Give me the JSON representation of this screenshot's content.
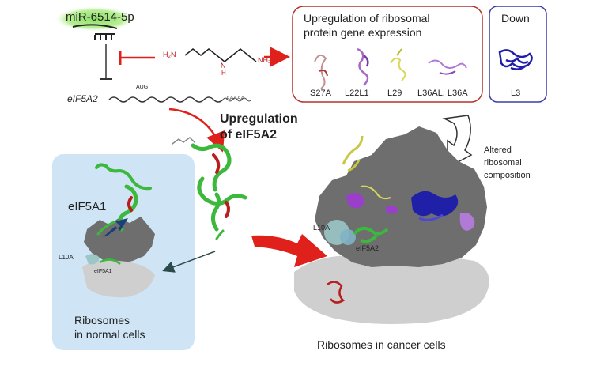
{
  "mirna": {
    "label": "miR-6514-5p"
  },
  "mrna": {
    "gene": "eIF5A2",
    "start_codon": "AUG",
    "poly_a": "AAAAA"
  },
  "spermidine": {
    "nh2_left": "H₂N",
    "nh2_right": "NH₂",
    "nh_label": "N",
    "h_label": "H"
  },
  "up_box": {
    "title_line1": "Upregulation of ribosomal",
    "title_line2": "protein gene expression",
    "proteins": [
      "S27A",
      "L22L1",
      "L29",
      "L36AL, L36A"
    ]
  },
  "down_box": {
    "title": "Down",
    "proteins": [
      "L3"
    ]
  },
  "upregulation": {
    "line1": "Upregulation",
    "line2": "of eIF5A2"
  },
  "altered": {
    "line1": "Altered",
    "line2": "ribosomal",
    "line3": "composition"
  },
  "normal_panel": {
    "protein": "eIF5A1",
    "l10a": "L10A",
    "bound": "eIF5A1",
    "caption_line1": "Ribosomes",
    "caption_line2": "in normal cells"
  },
  "cancer": {
    "l10a": "L10A",
    "bound": "eIF5A2",
    "caption": "Ribosomes in cancer cells"
  },
  "colors": {
    "red_arrow": "#e0201b",
    "box_red": "#b5322c",
    "box_blue": "#3d3da8",
    "panel_blue": "#cfe5f5",
    "ribosome_dark": "#6e6e6e",
    "ribosome_light": "#cfcfcf",
    "protein_green": "#3cb83c",
    "protein_red": "#b81e1e",
    "protein_purple": "#9a3fc9",
    "protein_blue": "#1f1fa8",
    "mirna_glow": "#8fe06a"
  }
}
